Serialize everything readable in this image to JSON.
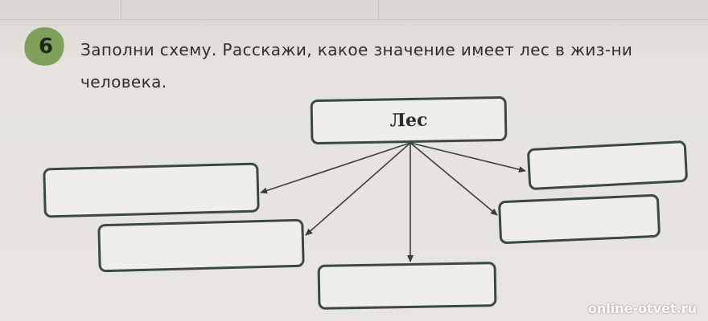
{
  "task": {
    "number": "6",
    "text": "Заполни схему. Расскажи, какое значение имеет лес в жиз-ни человека."
  },
  "scheme": {
    "center_label": "Лес",
    "empty_boxes": [
      "",
      "",
      "",
      "",
      ""
    ]
  },
  "watermark": "online-otvet.ru",
  "colors": {
    "badge": "#7fa05a",
    "box_border": "#3c4a3c",
    "page": "#e6e3de"
  }
}
